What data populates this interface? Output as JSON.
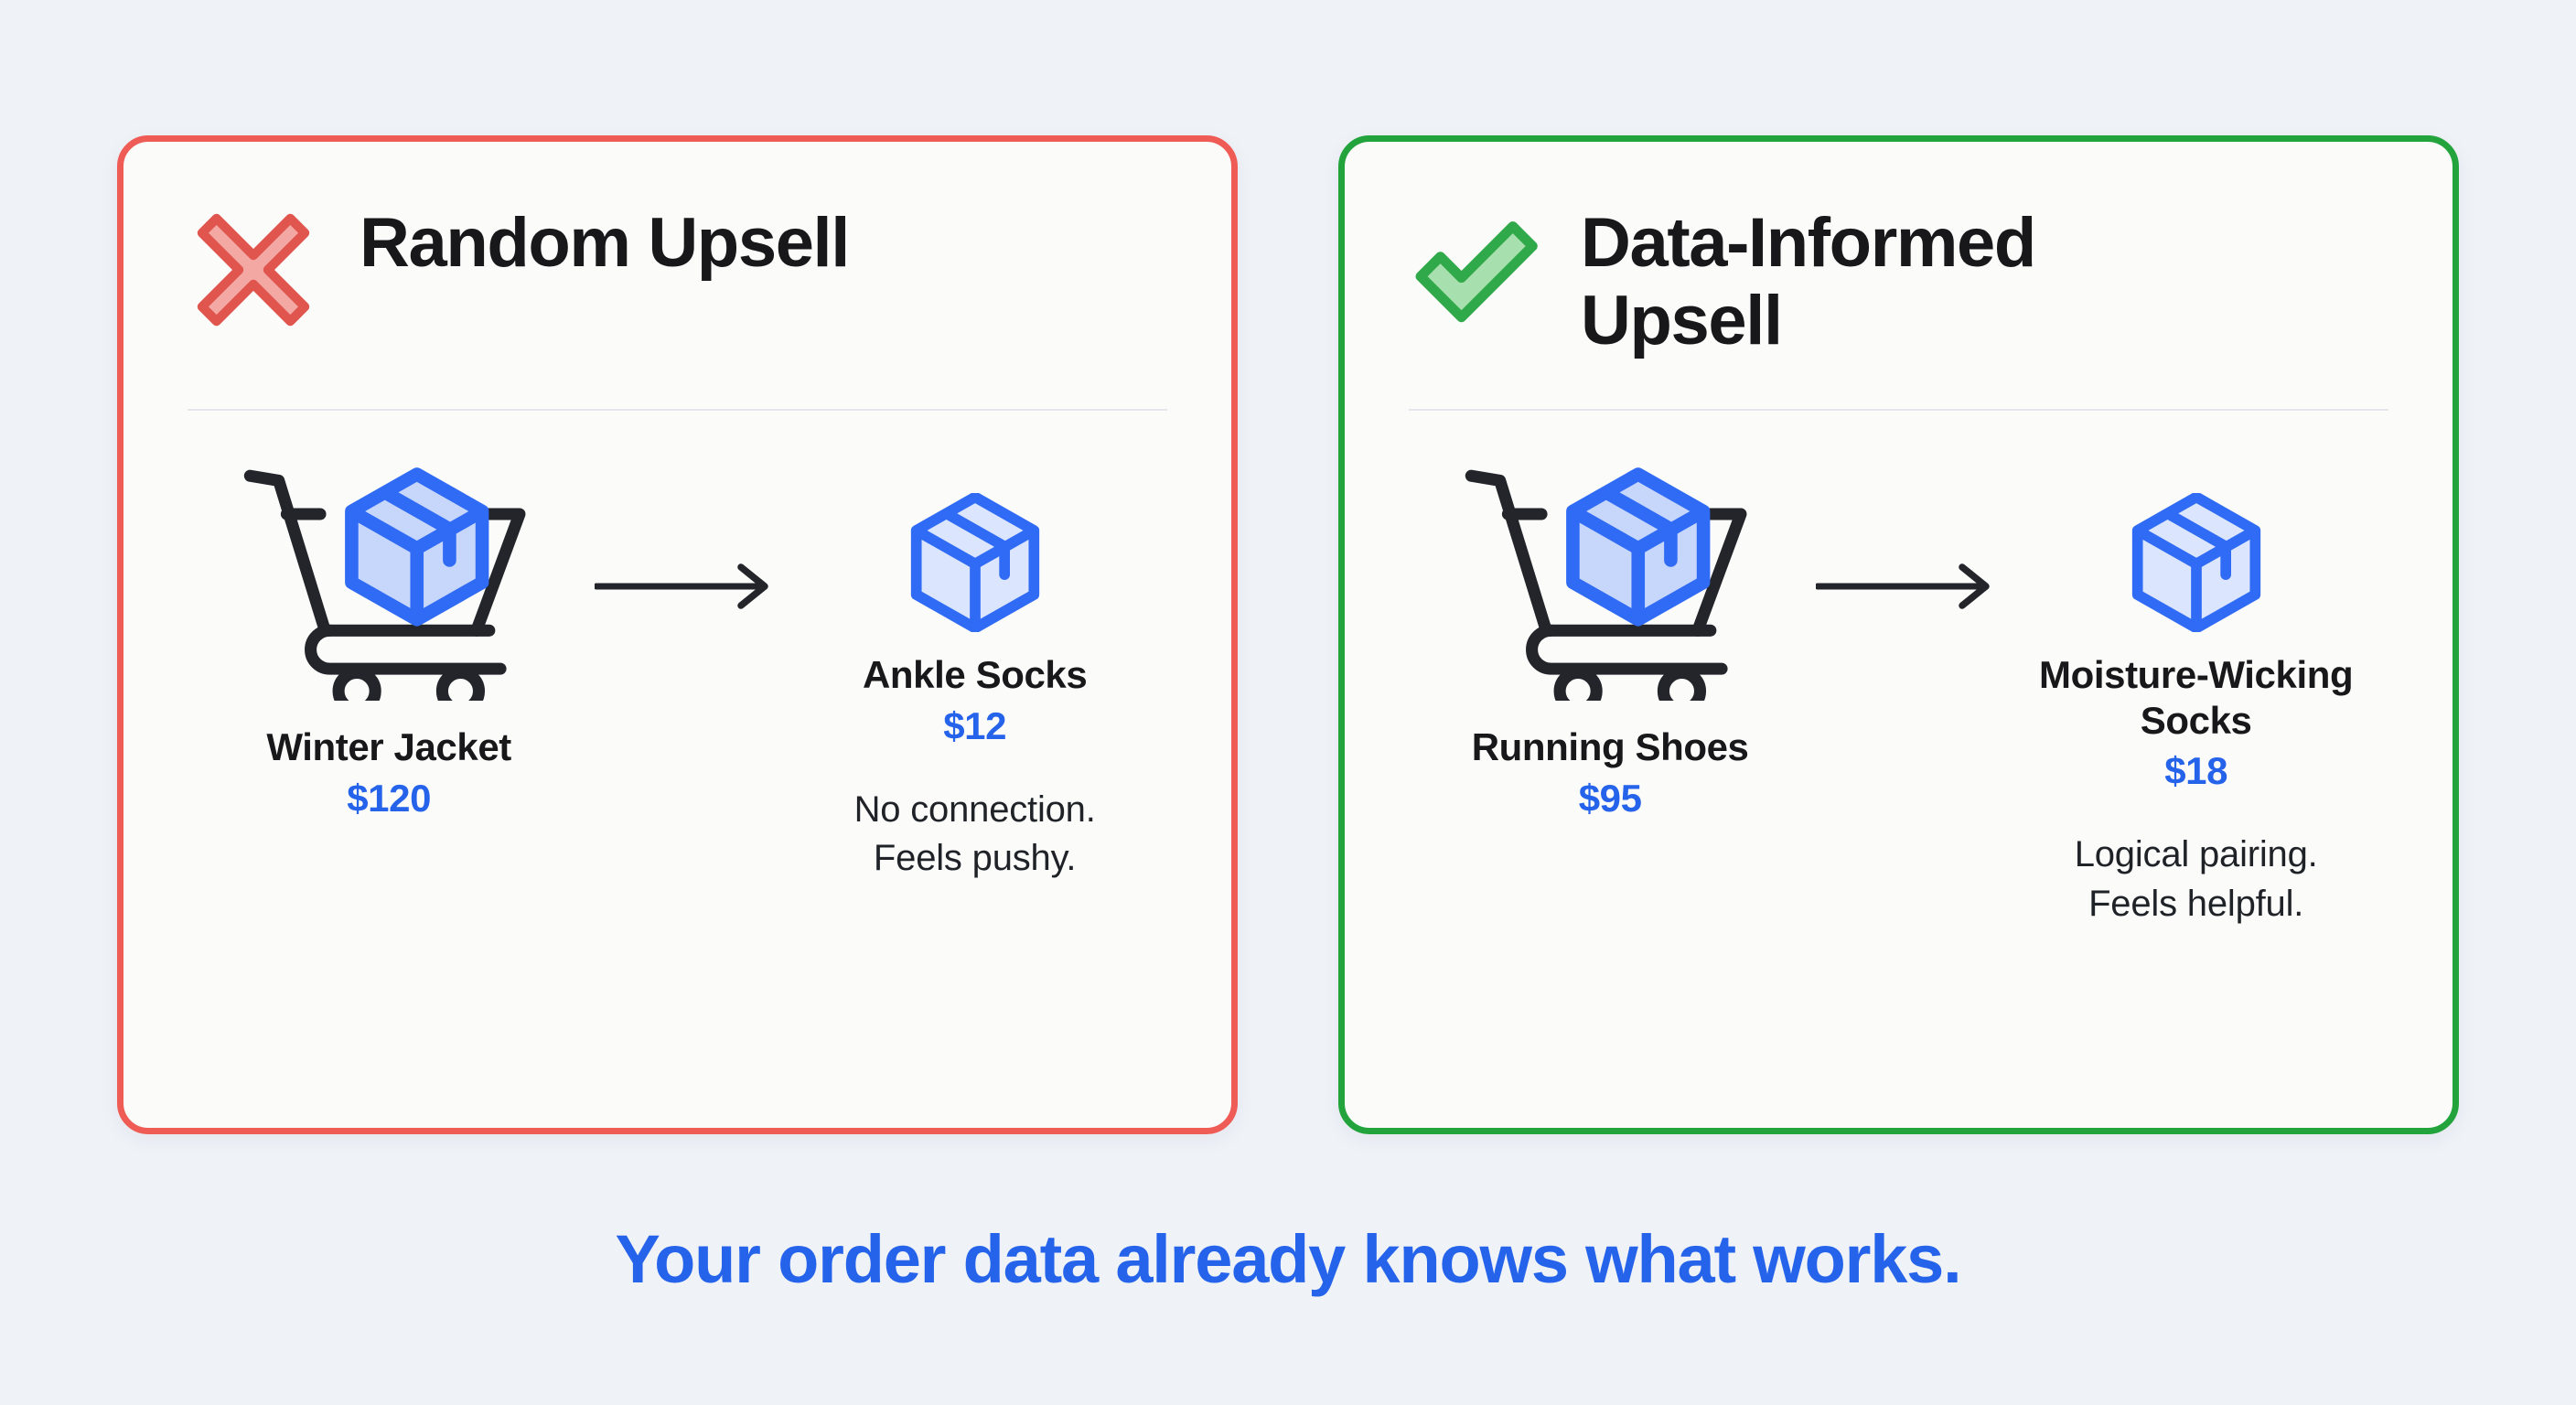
{
  "theme": {
    "background": "#eff2f7",
    "card_surface": "#fbfbfa",
    "bad_border": "#ef5b55",
    "good_border": "#22a33c",
    "accent_blue": "#2563eb",
    "box_blue": "#2f6bf5",
    "box_fill": "#c7d6fb",
    "cart_dark": "#23252a",
    "divider": "#e3e6ec",
    "x_outline": "#e0564f",
    "x_fill": "#f4a8a3",
    "check_outline": "#2fa949",
    "check_fill": "#a8dfae"
  },
  "cards": [
    {
      "id": "random-upsell",
      "status": "bad",
      "status_icon": "x-mark-icon",
      "title": "Random Upsell",
      "source": {
        "icon": "shopping-cart-with-box-icon",
        "name": "Winter Jacket",
        "price": "$120"
      },
      "connector_icon": "arrow-right-icon",
      "target": {
        "icon": "package-box-icon",
        "name": "Ankle Socks",
        "price": "$12"
      },
      "verdict_lines": [
        "No connection.",
        "Feels pushy."
      ]
    },
    {
      "id": "data-informed-upsell",
      "status": "good",
      "status_icon": "check-mark-icon",
      "title": "Data-Informed Upsell",
      "source": {
        "icon": "shopping-cart-with-box-icon",
        "name": "Running Shoes",
        "price": "$95"
      },
      "connector_icon": "arrow-right-icon",
      "target": {
        "icon": "package-box-icon",
        "name": "Moisture-Wicking Socks",
        "price": "$18"
      },
      "verdict_lines": [
        "Logical pairing.",
        "Feels helpful."
      ]
    }
  ],
  "tagline": "Your order data already knows what works."
}
